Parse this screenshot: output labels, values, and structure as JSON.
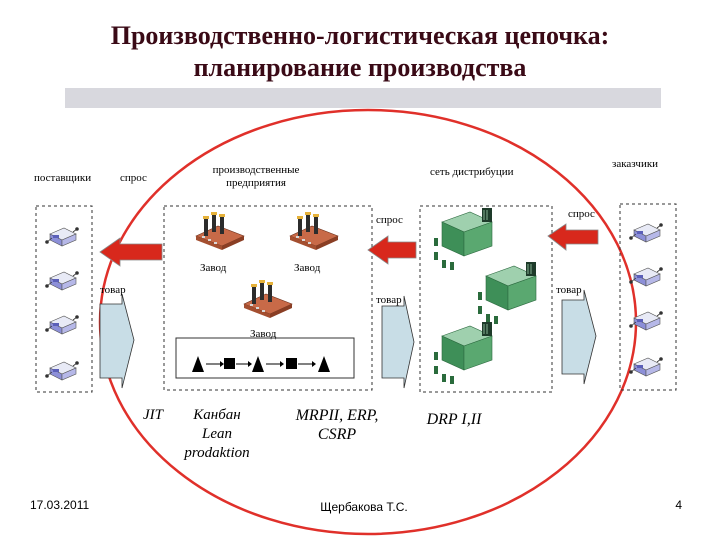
{
  "slide": {
    "title_line1": "Производственно-логистическая цепочка:",
    "title_line2": "планирование производства"
  },
  "labels": {
    "suppliers": "поставщики",
    "demand_left": "спрос",
    "enterprises_line1": "производственные",
    "enterprises_line2": "предприятия",
    "distribution": "сеть дистрибуции",
    "customers": "заказчики",
    "demand_center": "спрос",
    "demand_right": "спрос",
    "plant_1": "Завод",
    "plant_2": "Завод",
    "plant_3": "Завод",
    "goods_left": "товар",
    "goods_center": "товар",
    "goods_right": "товар"
  },
  "methods": {
    "jit": "JIT",
    "kanban_line1": "Канбан",
    "kanban_line2": "Lean",
    "kanban_line3": "prodaktion",
    "mrp_line1": "MRPII, ERP,",
    "mrp_line2": "CSRP",
    "drp": "DRP I,II"
  },
  "footer": {
    "date": "17.03.2011",
    "author": "Щербакова Т.С.",
    "page": "4"
  },
  "colors": {
    "title": "#3a0a16",
    "ellipse": "#e0302a",
    "demand_arrow": "#d8281c",
    "goods_arrow": "#c8dde6",
    "band": "#d8d8de",
    "warehouse": "#3e8f58",
    "factory": "#c86a48"
  }
}
